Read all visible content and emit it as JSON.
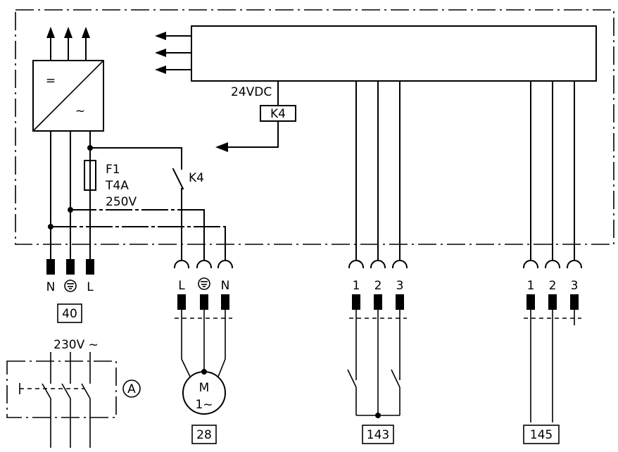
{
  "control_unit": {
    "voltage_label": "24VDC",
    "relay_coil_label": "K4",
    "relay_contact_label": "K4"
  },
  "power_supply": {
    "dc_symbol": "=",
    "ac_symbol": "~"
  },
  "fuse": {
    "name": "F1",
    "rating": "T4A",
    "voltage": "250V"
  },
  "terminal_40": {
    "id": "40",
    "pins": [
      "N",
      "L"
    ],
    "supply_label": "230V ~"
  },
  "terminal_28": {
    "id": "28",
    "pins": [
      "L",
      "N"
    ],
    "motor_letter": "M",
    "motor_phase": "1~"
  },
  "terminal_143": {
    "id": "143",
    "pins": [
      "1",
      "2",
      "3"
    ]
  },
  "terminal_145": {
    "id": "145",
    "pins": [
      "1",
      "2",
      "3"
    ]
  },
  "callout_a": "A"
}
